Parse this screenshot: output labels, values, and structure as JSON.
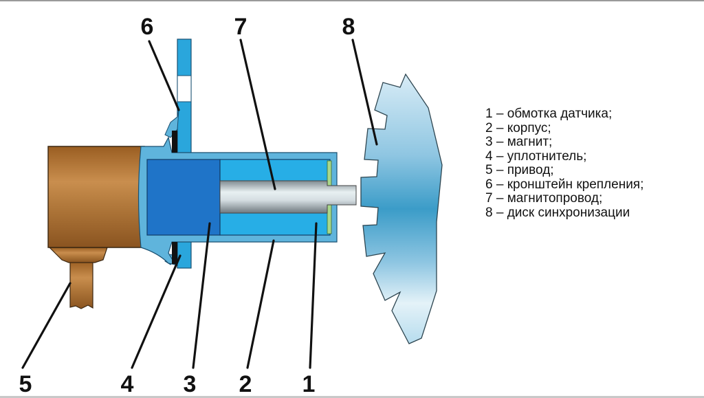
{
  "callouts": [
    "1",
    "2",
    "3",
    "4",
    "5",
    "6",
    "7",
    "8"
  ],
  "legend": [
    "1 – обмотка датчика;",
    "2 – корпус;",
    "3 – магнит;",
    "4 – уплотнитель;",
    "5 – привод;",
    "6 – кронштейн крепления;",
    "7 – магнитопровод;",
    "8 – диск синхронизации"
  ],
  "colors": {
    "drive": "#a86a2c",
    "housing": "#5fb4dc",
    "magnet": "#1f74c8",
    "coil": "#27aee6",
    "bracket": "#2aa6dc",
    "core": "#c8d2d8",
    "disc": "#9ccbe4",
    "seal": "#111111",
    "coil_end": "#a8d88a"
  }
}
